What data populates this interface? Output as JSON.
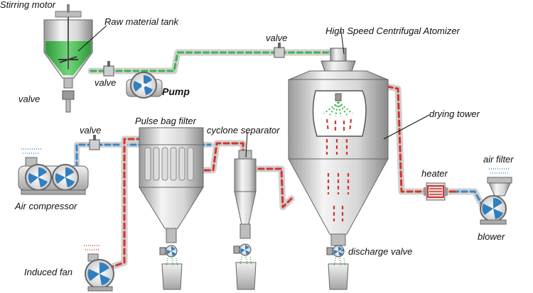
{
  "labels": {
    "stirring_motor": "Stirring motor",
    "raw_material_tank": "Raw material tank",
    "valve_top": "valve",
    "valve_pump": "valve",
    "valve_tank": "valve",
    "pump": "Pump",
    "atomizer": "High Speed Centrifugal Atomizer",
    "drying_tower": "drying tower",
    "pulse_bag_filter": "Pulse bag filter",
    "cyclone_separator": "cyclone separator",
    "valve_compressor": "valve",
    "air_compressor": "Air compressor",
    "heater": "heater",
    "air_filter": "air filter",
    "blower": "blower",
    "induced_fan": "Induced fan",
    "discharge_valve": "discharge valve"
  },
  "colors": {
    "pipe_outer": "#d9d9d9",
    "pipe_red": "#d8322b",
    "pipe_blue": "#3a86c8",
    "pipe_green": "#3bb54a",
    "liquid": "#4cbf55",
    "steel_dark": "#8c8c8c",
    "steel_light": "#f2f2f2",
    "fan_blue": "#2f7fc1"
  }
}
